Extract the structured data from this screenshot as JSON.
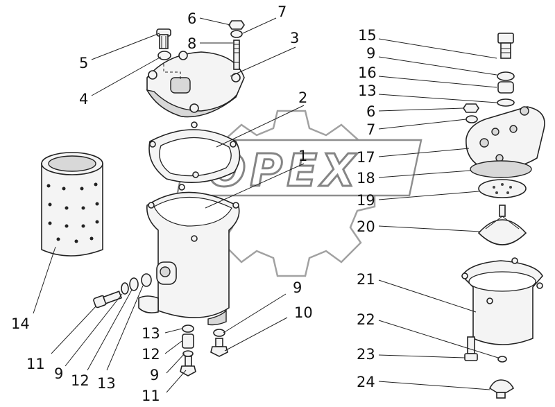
{
  "watermark": {
    "brand": "OPEX"
  },
  "callouts": {
    "c1": "1",
    "c2": "2",
    "c3": "3",
    "c4": "4",
    "c5": "5",
    "c6a": "6",
    "c7a": "7",
    "c8": "8",
    "c14": "14",
    "c11a": "11",
    "c9a": "9",
    "c12a": "12",
    "c13a": "13",
    "c13b": "13",
    "c12b": "12",
    "c9b": "9",
    "c11b": "11",
    "c9c": "9",
    "c10": "10",
    "c15": "15",
    "c9d": "9",
    "c16": "16",
    "c13c": "13",
    "c6b": "6",
    "c7b": "7",
    "c17": "17",
    "c18": "18",
    "c19": "19",
    "c20": "20",
    "c21": "21",
    "c22": "22",
    "c23": "23",
    "c24": "24"
  }
}
